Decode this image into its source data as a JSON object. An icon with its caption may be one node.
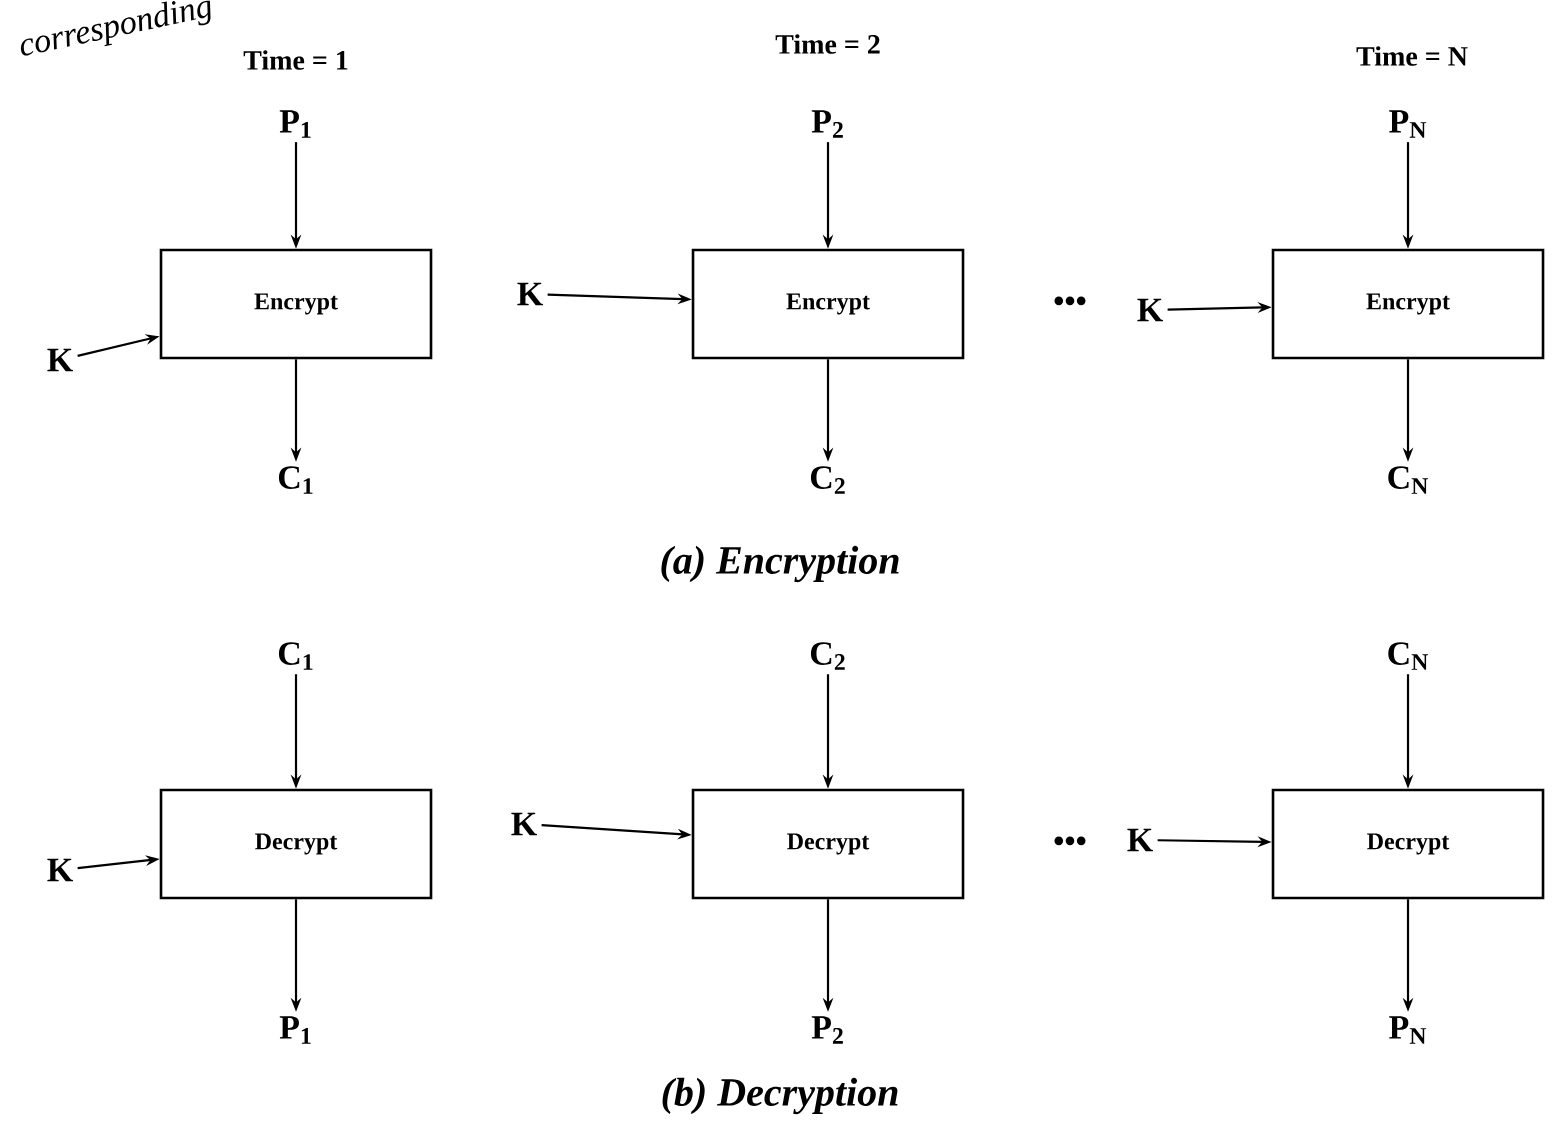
{
  "diagram": {
    "nodes": [
      {
        "text": [
          "P$_{1}$"
        ]
      },
      {
        "text": [
          "Encrypt"
        ]
      },
      {
        "text": [
          "K"
        ]
      },
      {
        "text": [
          "C$_{1}$"
        ]
      },
      {
        "text": [
          "P$_{2}$"
        ]
      },
      {
        "text": [
          "Encrypt"
        ]
      },
      {
        "text": [
          "K"
        ]
      },
      {
        "text": [
          "C$_{2}$"
        ]
      },
      {
        "text": [
          "P$_{N}$"
        ]
      },
      {
        "text": [
          "Encrypt"
        ]
      },
      {
        "text": [
          "K"
        ]
      },
      {
        "text": [
          "C$_{N}$"
        ]
      },
      {
        "text": [
          "C$_{1}$"
        ]
      },
      {
        "text": [
          "Decrypt"
        ]
      },
      {
        "text": [
          "K"
        ]
      },
      {
        "text": [
          "P$_{1}$"
        ]
      },
      {
        "text": [
          "C$_{2}$"
        ]
      },
      {
        "text": [
          "Decrypt"
        ]
      },
      {
        "text": [
          "K"
        ]
      },
      {
        "text": [
          "P$_{2}$"
        ]
      },
      {
        "text": [
          "C$_{N}$"
        ]
      },
      {
        "text": [
          "Decrypt"
        ]
      },
      {
        "text": [
          "K"
        ]
      },
      {
        "text": [
          "P$_{N}$"
        ]
      }
    ],
    "edges": [
      {
        "from": 0,
        "to": 1,
        "arrow": "to"
      },
      {
        "from": 2,
        "to": 1,
        "arrow": "to"
      },
      {
        "from": 1,
        "to": 3,
        "arrow": "to"
      },
      {
        "from": 4,
        "to": 5,
        "arrow": "to"
      },
      {
        "from": 6,
        "to": 5,
        "arrow": "to"
      },
      {
        "from": 5,
        "to": 7,
        "arrow": "to"
      },
      {
        "from": 8,
        "to": 9,
        "arrow": "to"
      },
      {
        "from": 10,
        "to": 9,
        "arrow": "to"
      },
      {
        "from": 9,
        "to": 11,
        "arrow": "to"
      },
      {
        "from": 12,
        "to": 13,
        "arrow": "to"
      },
      {
        "from": 14,
        "to": 13,
        "arrow": "to"
      },
      {
        "from": 13,
        "to": 15,
        "arrow": "to"
      },
      {
        "from": 16,
        "to": 17,
        "arrow": "to"
      },
      {
        "from": 18,
        "to": 17,
        "arrow": "to"
      },
      {
        "from": 17,
        "to": 19,
        "arrow": "to"
      },
      {
        "from": 20,
        "to": 21,
        "arrow": "to"
      },
      {
        "from": 22,
        "to": 21,
        "arrow": "to"
      },
      {
        "from": 21,
        "to": 23,
        "arrow": "to"
      }
    ],
    "labels": [
      "corresponding",
      "Time = 1",
      "Time = 2",
      "Time = N",
      "•••",
      "(a) Encryption",
      "•••",
      "(b) Decryption"
    ]
  }
}
